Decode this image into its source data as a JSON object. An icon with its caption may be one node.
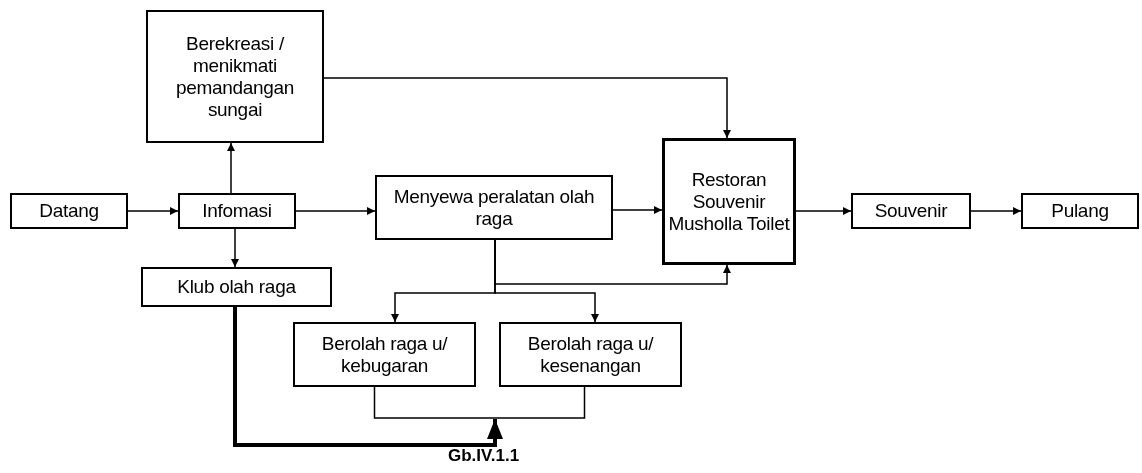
{
  "diagram": {
    "caption": "Gb.IV.1.1",
    "nodes": [
      {
        "text": [
          "Datang"
        ]
      },
      {
        "text": [
          "Infomasi"
        ]
      },
      {
        "text": [
          "Berekreasi / menikmati pemandangan sungai"
        ]
      },
      {
        "text": [
          "Menyewa peralatan olah raga"
        ]
      },
      {
        "text": [
          "Restoran Souvenir Musholla Toilet"
        ]
      },
      {
        "text": [
          "Souvenir"
        ]
      },
      {
        "text": [
          "Pulang"
        ]
      },
      {
        "text": [
          "Klub olah raga"
        ]
      },
      {
        "text": [
          "Berolah raga u/ kebugaran"
        ]
      },
      {
        "text": [
          "Berolah raga u/ kesenangan"
        ]
      }
    ],
    "edges": [
      {
        "from": 0,
        "to": 1,
        "arrow": "to"
      },
      {
        "from": 1,
        "to": 2,
        "arrow": "to"
      },
      {
        "from": 1,
        "to": 3,
        "arrow": "to"
      },
      {
        "from": 1,
        "to": 7,
        "arrow": "to"
      },
      {
        "from": 2,
        "to": 4,
        "arrow": "to"
      },
      {
        "from": 3,
        "to": 4,
        "arrow": "to"
      },
      {
        "from": 3,
        "to": 8,
        "arrow": "to"
      },
      {
        "from": 3,
        "to": 9,
        "arrow": "to"
      },
      {
        "from": 3,
        "to": 4,
        "arrow": "to"
      },
      {
        "from": 4,
        "to": 5,
        "arrow": "to"
      },
      {
        "from": 5,
        "to": 6,
        "arrow": "to"
      },
      {
        "from": 8,
        "to": 9,
        "arrow": "none"
      },
      {
        "from": 7,
        "to": 9,
        "arrow": "to",
        "style": "thick"
      }
    ]
  }
}
